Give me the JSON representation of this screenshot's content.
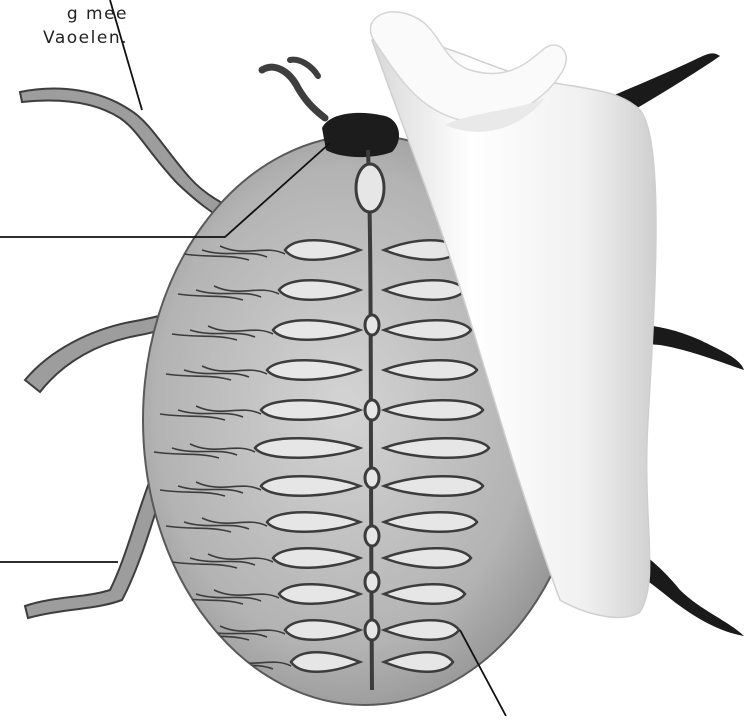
{
  "caption": {
    "line1": "g mee",
    "line2": "Vaoelen."
  },
  "colors": {
    "body_fill": "#b9b9b9",
    "body_edge": "#5a5a5a",
    "vein": "#3c3c3c",
    "cell_fill": "#e6e6e6",
    "leg": "#4a4a4a",
    "page_curl": "#f4f4f4",
    "leader_line": "#111111"
  },
  "icons": [
    "insect-illustration",
    "page-curl"
  ]
}
